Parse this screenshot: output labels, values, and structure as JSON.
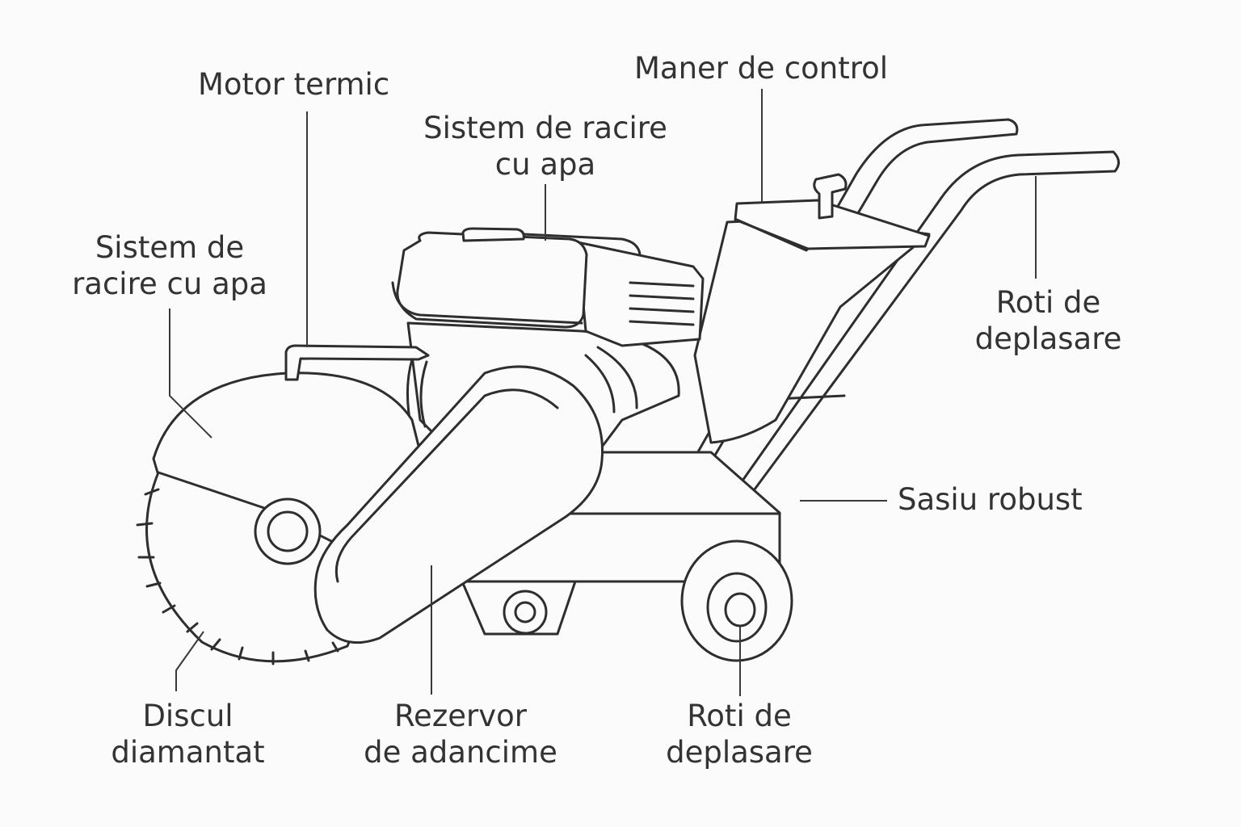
{
  "labels": {
    "motor_termic": [
      "Motor termic"
    ],
    "sistem_racire_top": [
      "Sistem de racire",
      "cu apa"
    ],
    "maner_control": [
      "Maner de control"
    ],
    "sistem_racire_left": [
      "Sistem de",
      "racire cu apa"
    ],
    "roti_right": [
      "Roti de",
      "deplasare"
    ],
    "sasiu": [
      "Sasiu robust"
    ],
    "discul": [
      "Discul",
      "diamantat"
    ],
    "rezervor": [
      "Rezervor",
      "de adancime"
    ],
    "roti_bottom": [
      "Roti de",
      "deplasare"
    ]
  },
  "colors": {
    "background": "#fbfbfb",
    "line": "#2e2e2e",
    "text": "#333333"
  }
}
